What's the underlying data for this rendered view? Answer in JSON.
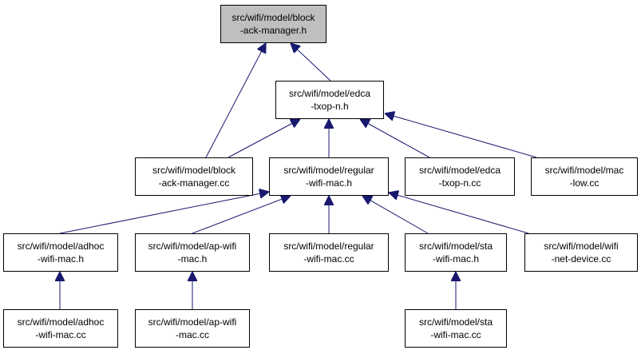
{
  "colors": {
    "edge": "#191970",
    "border": "#000000",
    "focus_fill": "#bfbfbf",
    "fill": "#ffffff"
  },
  "nodes": [
    {
      "id": "bam_h",
      "lines": [
        "src/wifi/model/block",
        "-ack-manager.h"
      ],
      "focus": true
    },
    {
      "id": "edca_h",
      "lines": [
        "src/wifi/model/edca",
        "-txop-n.h"
      ]
    },
    {
      "id": "bam_cc",
      "lines": [
        "src/wifi/model/block",
        "-ack-manager.cc"
      ]
    },
    {
      "id": "regular_h",
      "lines": [
        "src/wifi/model/regular",
        "-wifi-mac.h"
      ]
    },
    {
      "id": "edca_cc",
      "lines": [
        "src/wifi/model/edca",
        "-txop-n.cc"
      ]
    },
    {
      "id": "maclow_cc",
      "lines": [
        "src/wifi/model/mac",
        "-low.cc"
      ]
    },
    {
      "id": "adhoc_h",
      "lines": [
        "src/wifi/model/adhoc",
        "-wifi-mac.h"
      ]
    },
    {
      "id": "ap_h",
      "lines": [
        "src/wifi/model/ap-wifi",
        "-mac.h"
      ]
    },
    {
      "id": "regular_cc",
      "lines": [
        "src/wifi/model/regular",
        "-wifi-mac.cc"
      ]
    },
    {
      "id": "sta_h",
      "lines": [
        "src/wifi/model/sta",
        "-wifi-mac.h"
      ]
    },
    {
      "id": "netdev_cc",
      "lines": [
        "src/wifi/model/wifi",
        "-net-device.cc"
      ]
    },
    {
      "id": "adhoc_cc",
      "lines": [
        "src/wifi/model/adhoc",
        "-wifi-mac.cc"
      ]
    },
    {
      "id": "ap_cc",
      "lines": [
        "src/wifi/model/ap-wifi",
        "-mac.cc"
      ]
    },
    {
      "id": "sta_cc",
      "lines": [
        "src/wifi/model/sta",
        "-wifi-mac.cc"
      ]
    }
  ],
  "edges": [
    [
      "edca_h",
      "bam_h"
    ],
    [
      "bam_cc",
      "bam_h"
    ],
    [
      "bam_cc",
      "edca_h"
    ],
    [
      "regular_h",
      "edca_h"
    ],
    [
      "edca_cc",
      "edca_h"
    ],
    [
      "maclow_cc",
      "edca_h"
    ],
    [
      "adhoc_h",
      "regular_h"
    ],
    [
      "ap_h",
      "regular_h"
    ],
    [
      "regular_cc",
      "regular_h"
    ],
    [
      "sta_h",
      "regular_h"
    ],
    [
      "netdev_cc",
      "regular_h"
    ],
    [
      "adhoc_cc",
      "adhoc_h"
    ],
    [
      "ap_cc",
      "ap_h"
    ],
    [
      "sta_cc",
      "sta_h"
    ]
  ]
}
